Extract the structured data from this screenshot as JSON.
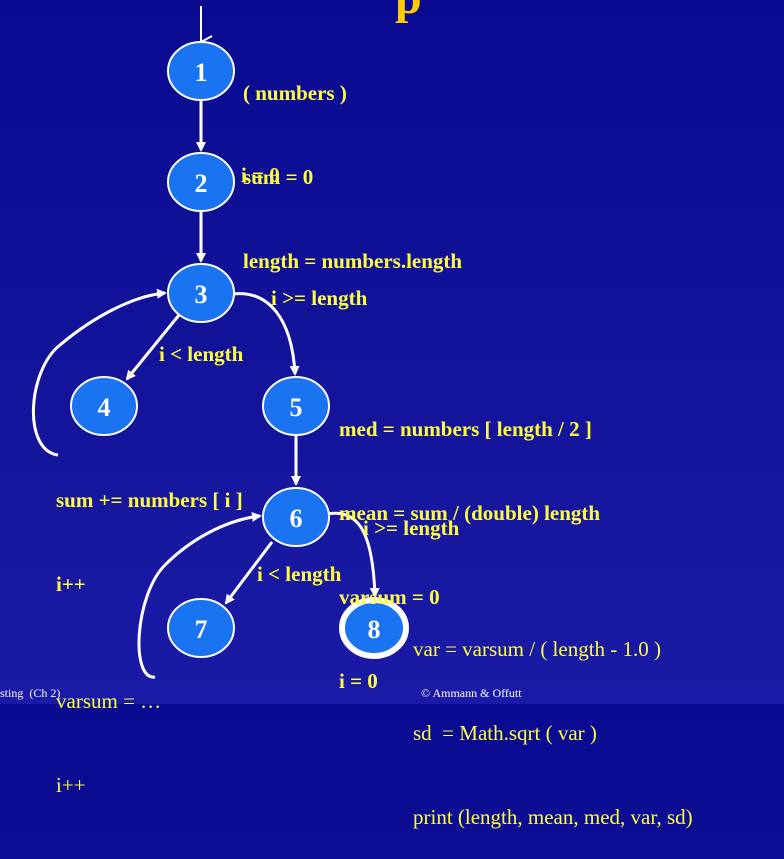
{
  "colors": {
    "node_fill": "#1a73f0",
    "node_stroke": "#ffffff",
    "edge": "#ffffff",
    "annotation_text": "#ffff40",
    "background": "#0f0f96"
  },
  "title_fragment": "p",
  "nodes": [
    {
      "id": "1",
      "label": "1"
    },
    {
      "id": "2",
      "label": "2"
    },
    {
      "id": "3",
      "label": "3"
    },
    {
      "id": "4",
      "label": "4"
    },
    {
      "id": "5",
      "label": "5"
    },
    {
      "id": "6",
      "label": "6"
    },
    {
      "id": "7",
      "label": "7"
    },
    {
      "id": "8",
      "label": "8",
      "final": true
    }
  ],
  "annotations": {
    "node1": [
      "( numbers )",
      "sum = 0",
      "length = numbers.length"
    ],
    "node2": [
      "i = 0"
    ],
    "edge_3_5": "i >= length",
    "edge_3_4": "i < length",
    "node5": [
      "med = numbers [ length / 2 ]",
      "mean = sum / (double) length",
      "varsum = 0",
      "i = 0"
    ],
    "node4": [
      "sum += numbers [ i ]",
      "i++"
    ],
    "edge_6_8": "i >= length",
    "edge_6_7": "i < length",
    "node8": [
      "var = varsum / ( length - 1.0 )",
      "sd  = Math.sqrt ( var )",
      "print (length, mean, med, var, sd)"
    ],
    "node7": [
      "varsum = …",
      "i++"
    ]
  },
  "footer": {
    "left": "sting  (Ch 2)",
    "center": "© Ammann & Offutt"
  }
}
